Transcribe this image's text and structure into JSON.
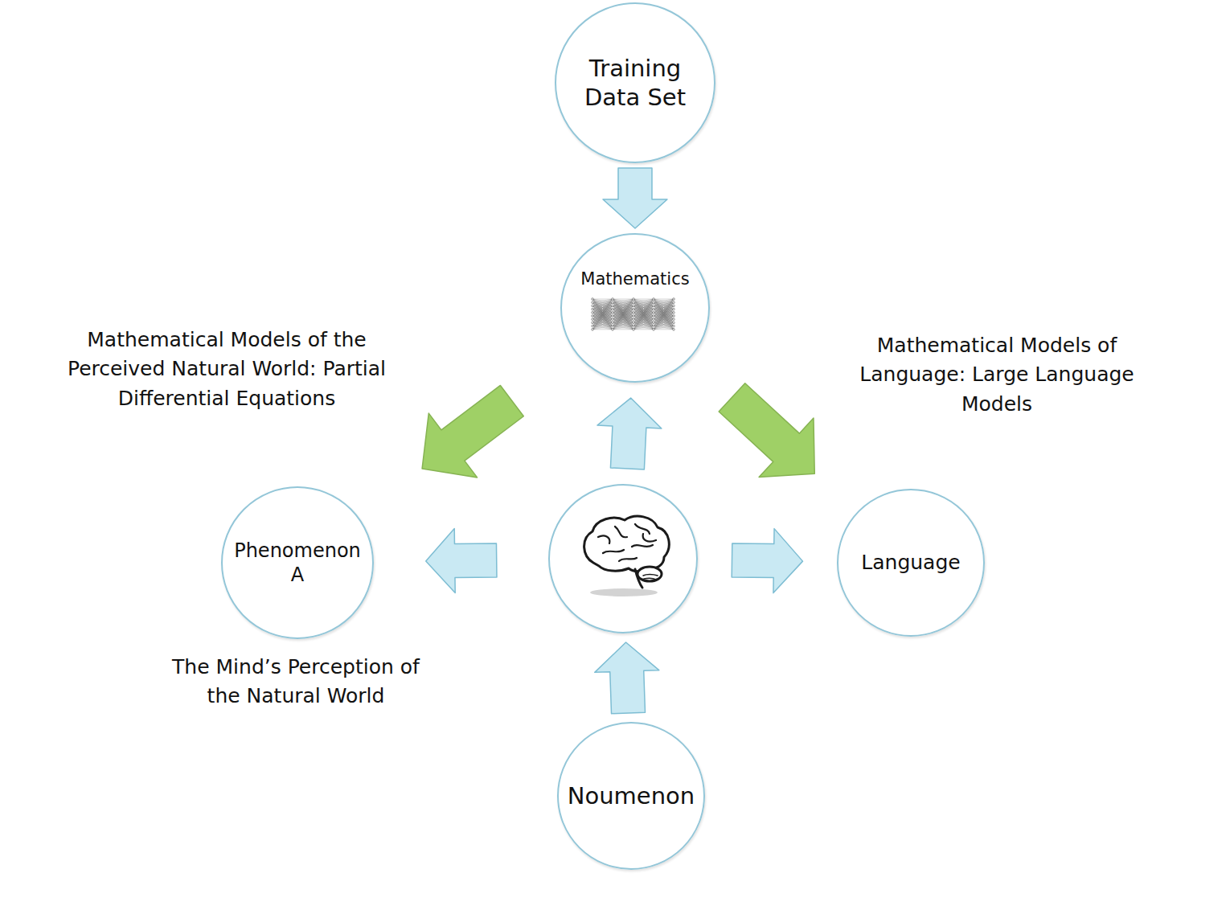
{
  "diagram": {
    "nodes": [
      {
        "text": [
          "Training Data Set"
        ]
      },
      {
        "text": [
          "Mathematics"
        ]
      },
      {
        "text": [
          "Phenomenon A"
        ]
      },
      {
        "text": []
      },
      {
        "text": [
          "Language"
        ]
      },
      {
        "text": [
          "Noumenon"
        ]
      }
    ],
    "edges": [
      {
        "from": 0,
        "to": 1,
        "arrow": "to"
      },
      {
        "from": 3,
        "to": 1,
        "arrow": "to"
      },
      {
        "from": 3,
        "to": 2,
        "arrow": "to"
      },
      {
        "from": 3,
        "to": 4,
        "arrow": "to"
      },
      {
        "from": 5,
        "to": 3,
        "arrow": "to"
      },
      {
        "from": 1,
        "to": 2,
        "arrow": "to",
        "label": "Mathematical Models of the Perceived Natural World: Partial Differential Equations"
      },
      {
        "from": 1,
        "to": 4,
        "arrow": "to",
        "label": "Mathematical Models of Language: Large Language Models"
      }
    ],
    "labels": [
      "The Mind’s Perception of the Natural World"
    ]
  }
}
